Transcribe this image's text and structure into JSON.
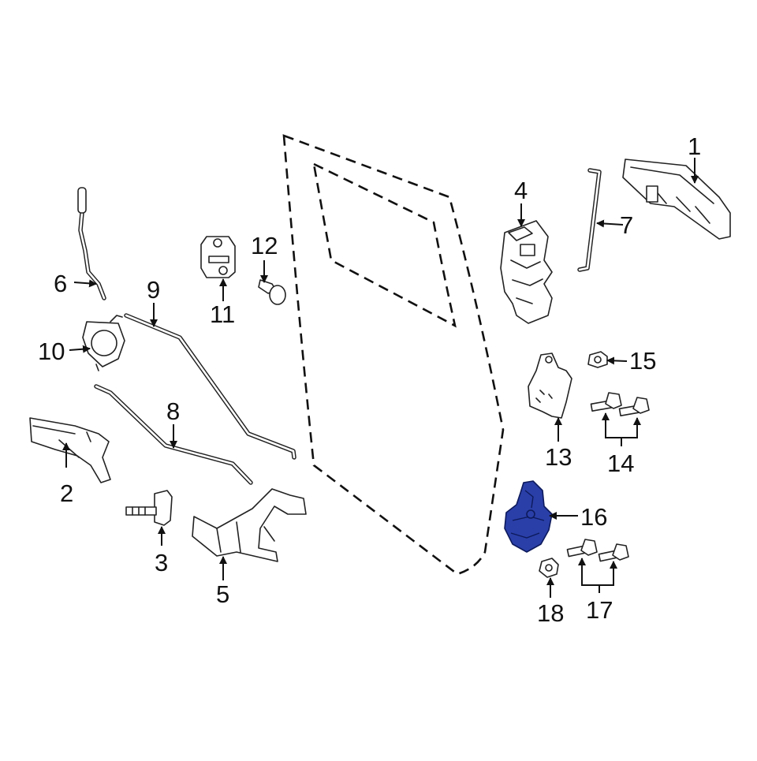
{
  "callouts": {
    "p1": "1",
    "p2": "2",
    "p3": "3",
    "p4": "4",
    "p5": "5",
    "p6": "6",
    "p7": "7",
    "p8": "8",
    "p9": "9",
    "p10": "10",
    "p11": "11",
    "p12": "12",
    "p13": "13",
    "p14": "14",
    "p15": "15",
    "p16": "16",
    "p17": "17",
    "p18": "18"
  },
  "highlight_color": "#2a3fa8"
}
